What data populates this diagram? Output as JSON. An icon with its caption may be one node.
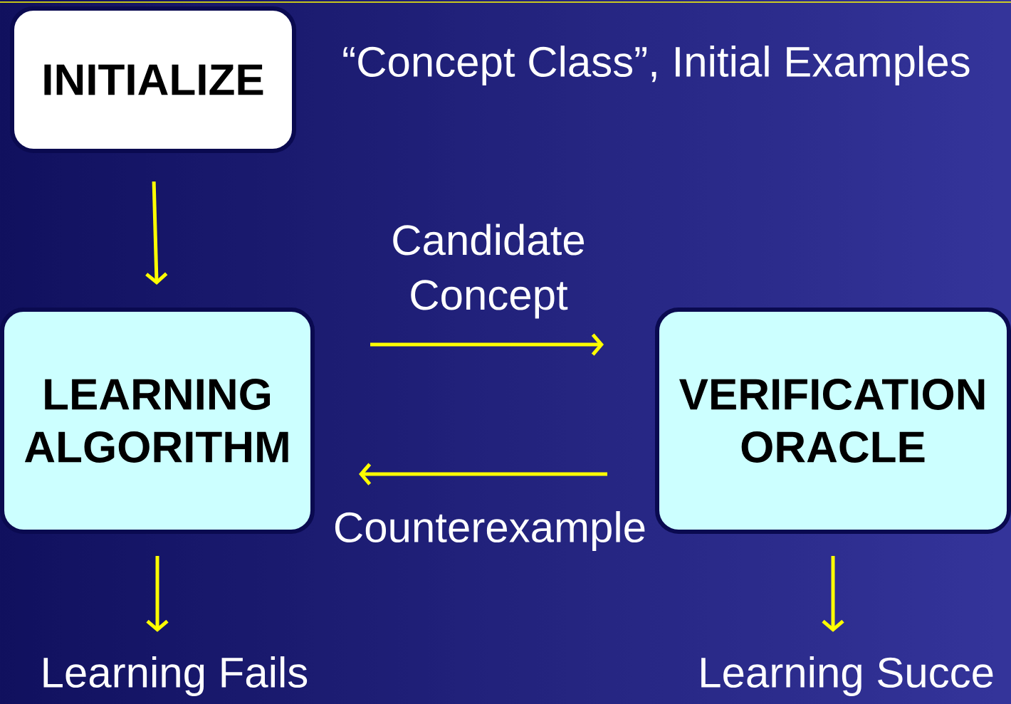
{
  "diagram": {
    "nodes": [
      {
        "text": [
          "INITIALIZE"
        ],
        "beside": [
          "“Concept Class”, Initial Examples"
        ]
      },
      {
        "text": [
          "LEARNING ALGORITHM"
        ]
      },
      {
        "text": [
          "VERIFICATION ORACLE"
        ]
      },
      {
        "text": [
          "Learning Fails"
        ]
      },
      {
        "text": [
          "Learning Succe"
        ]
      }
    ],
    "edges": [
      {
        "from": 0,
        "to": 1,
        "arrow": "to"
      },
      {
        "from": 1,
        "to": 2,
        "arrow": "to",
        "label": "Candidate Concept"
      },
      {
        "from": 2,
        "to": 1,
        "arrow": "to",
        "label": "Counterexample"
      },
      {
        "from": 1,
        "to": 3,
        "arrow": "to"
      },
      {
        "from": 2,
        "to": 4,
        "arrow": "to"
      }
    ]
  }
}
